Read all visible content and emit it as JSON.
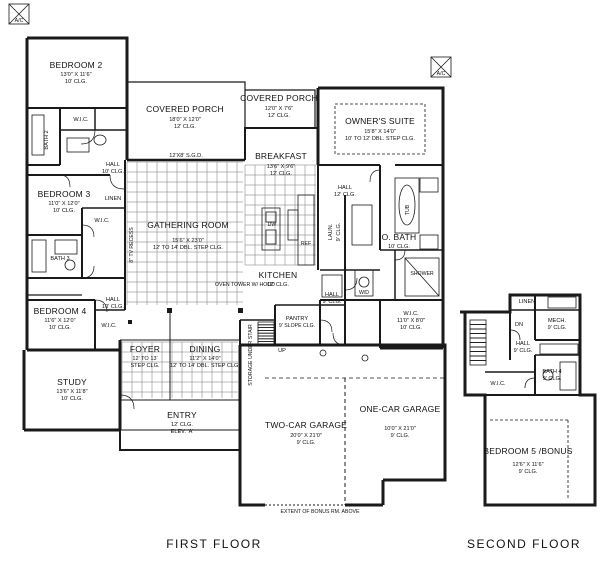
{
  "rooms": {
    "bedroom2": {
      "name": "BEDROOM 2",
      "dims": "13'0\" X 11'6\"",
      "ceiling": "10' CLG."
    },
    "wic_bed2": {
      "name": "W.I.C."
    },
    "bath2": {
      "name": "BATH 2"
    },
    "coveredPorchLeft": {
      "name": "COVERED PORCH",
      "dims": "18'0\" X 12'0\"",
      "ceiling": "12' CLG."
    },
    "coveredPorchRight": {
      "name": "COVERED PORCH",
      "dims": "12'0\" X 7'6\"",
      "ceiling": "12' CLG."
    },
    "ownersSuite": {
      "name": "OWNER'S SUITE",
      "dims": "15'8\" X 14'0\"",
      "ceiling": "10' TO 12' DBL. STEP CLG."
    },
    "sgd": {
      "name": "12'X8' S.G.D."
    },
    "breakfast": {
      "name": "BREAKFAST",
      "dims": "13'6\" X 9'6\"",
      "ceiling": "12' CLG."
    },
    "hallA": {
      "name": "HALL",
      "ceiling": "10' CLG."
    },
    "hallB": {
      "name": "HALL",
      "ceiling": "12' CLG."
    },
    "hallC": {
      "name": "HALL",
      "ceiling": "10' CLG."
    },
    "hallD": {
      "name": "HALL",
      "ceiling": "9' CLG."
    },
    "bedroom3": {
      "name": "BEDROOM 3",
      "dims": "11'0\" X 12'0\"",
      "ceiling": "10' CLG."
    },
    "linenA": {
      "name": "LINEN"
    },
    "wic_bed3": {
      "name": "W.I.C."
    },
    "gathering": {
      "name": "GATHERING ROOM",
      "dims": "15'6\" X 23'0\"",
      "ceiling": "12' TO 14' DBL. STEP CLG."
    },
    "recess": {
      "name": "8\" TV RECESS"
    },
    "kitchen": {
      "name": "KITCHEN",
      "ceiling": "12' CLG."
    },
    "ovenTower": {
      "name": "OVEN TOWER W/ HOOD"
    },
    "bath3": {
      "name": "BATH 3"
    },
    "laun": {
      "name": "LAUN.",
      "ceiling": "9' CLG."
    },
    "ownersBath": {
      "name": "O. BATH",
      "ceiling": "10' CLG."
    },
    "tub": {
      "name": "TUB"
    },
    "shower": {
      "name": "SHOWER"
    },
    "wic_owner": {
      "name": "W.I.C.",
      "dims": "11'0\" X 8'0\"",
      "ceiling": "10' CLG."
    },
    "pantry": {
      "name": "PANTRY",
      "ceiling": "9' SLOPE CLG."
    },
    "bedroom4": {
      "name": "BEDROOM 4",
      "dims": "11'6\" X 12'0\"",
      "ceiling": "10' CLG."
    },
    "wic_bed4": {
      "name": "W.I.C."
    },
    "foyer": {
      "name": "FOYER",
      "dims": "12' TO 13'",
      "ceiling": "STEP CLG."
    },
    "dining": {
      "name": "DINING",
      "dims": "11'2\" X 14'0\"",
      "ceiling": "12' TO 14' DBL. STEP CLG."
    },
    "storage": {
      "name": "STORAGE UNDER STAIR"
    },
    "up": {
      "name": "UP"
    },
    "study": {
      "name": "STUDY",
      "dims": "13'6\" X 11'8\"",
      "ceiling": "10' CLG."
    },
    "entry": {
      "name": "ENTRY",
      "ceiling": "12' CLG.",
      "elev": "ELEV. 'A'"
    },
    "twoCarGarage": {
      "name": "TWO-CAR GARAGE",
      "dims": "20'0\" X 21'0\"",
      "ceiling": "9' CLG."
    },
    "oneCarGarage": {
      "name": "ONE-CAR GARAGE",
      "dims": "10'0\" X 21'0\"",
      "ceiling": "9' CLG."
    },
    "bonusExtent": {
      "name": "EXTENT OF BONUS RM. ABOVE"
    },
    "linenB": {
      "name": "LINEN"
    },
    "mech": {
      "name": "MECH.",
      "ceiling": "9' CLG."
    },
    "hall2": {
      "name": "HALL",
      "ceiling": "9' CLG."
    },
    "dn": {
      "name": "DN"
    },
    "wic_2": {
      "name": "W.I.C."
    },
    "bath4": {
      "name": "BATH 4",
      "ceiling": "9' CLG."
    },
    "bedroom5": {
      "name": "BEDROOM 5 /BONUS",
      "dims": "12'6\" X 11'6\"",
      "ceiling": "9' CLG."
    }
  },
  "fixtures": {
    "dw": "DW",
    "ref": "REF",
    "wd": "W/D",
    "ac": "A/C"
  },
  "floorLabels": {
    "first": "FIRST FLOOR",
    "second": "SECOND FLOOR"
  }
}
